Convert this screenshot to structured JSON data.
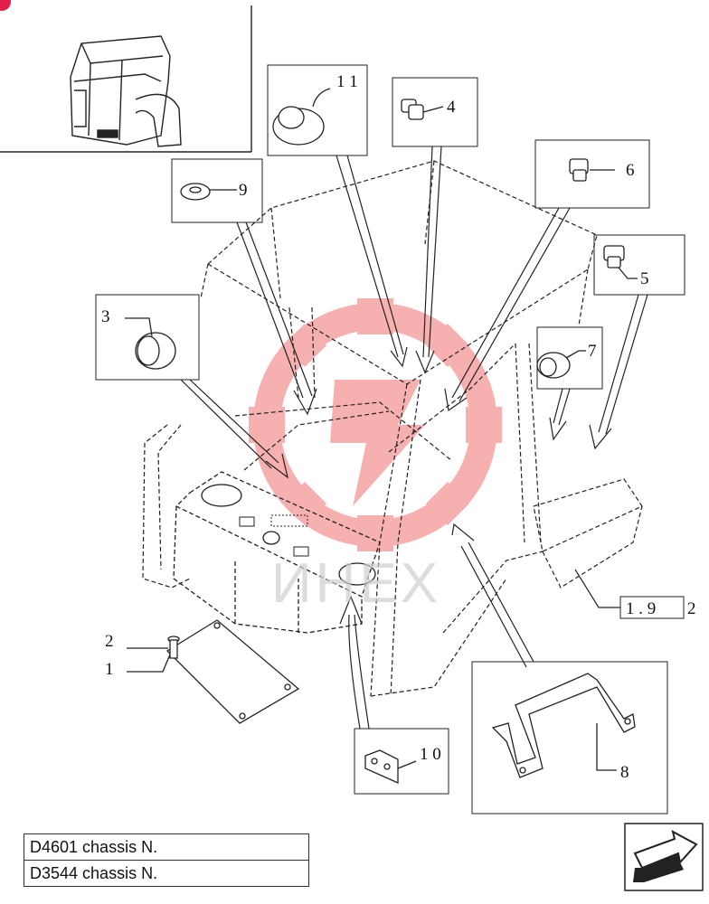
{
  "callouts": {
    "c1": "1",
    "c2": "2",
    "c3": "3",
    "c4": "4",
    "c5": "5",
    "c6": "6",
    "c7": "7",
    "c8": "8",
    "c9": "9",
    "c10": "1 0",
    "c11": "1 1"
  },
  "reference": {
    "boxed": "1 . 9",
    "suffix": "2"
  },
  "watermark": "ИНЕХ",
  "table": {
    "rows": [
      "D4601 chassis N.",
      "D3544 chassis N."
    ]
  },
  "colors": {
    "watermark_red": "#f07070",
    "line": "#222222"
  },
  "nav_icon": "next-page-arrow-icon"
}
